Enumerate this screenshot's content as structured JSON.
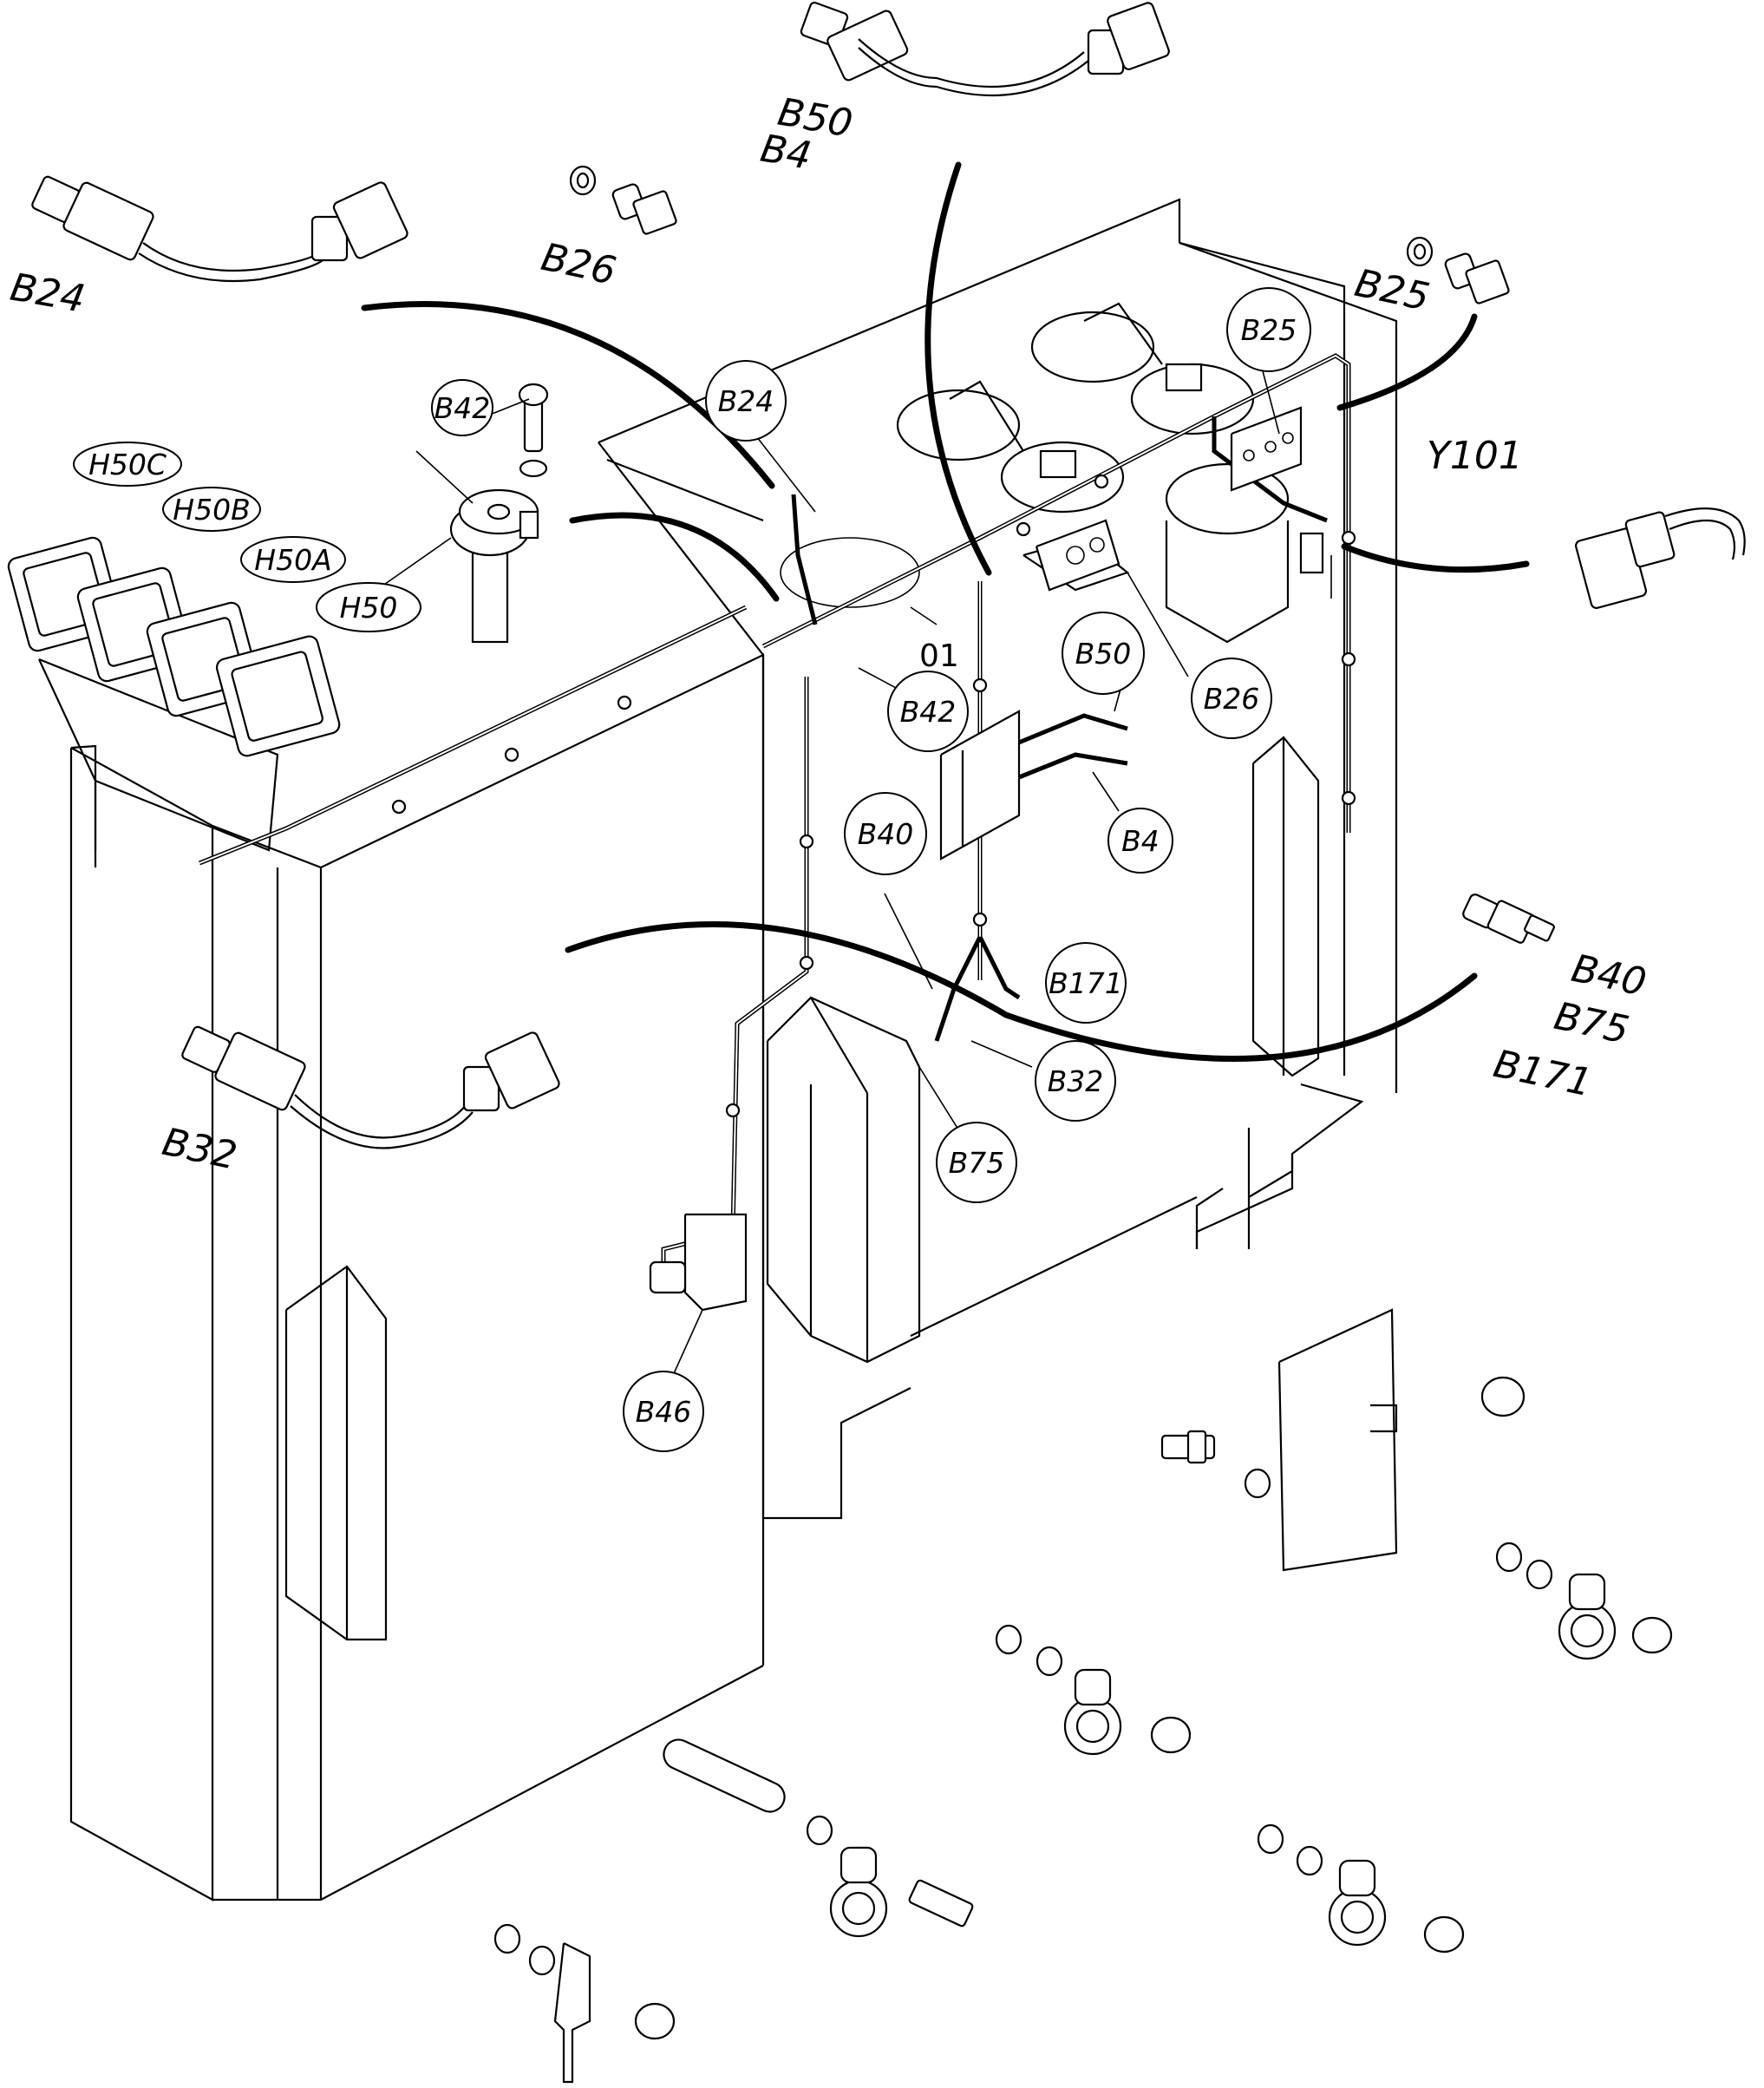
{
  "diagram": {
    "callouts": [
      {
        "id": "b42",
        "text": "B42"
      },
      {
        "id": "h50c",
        "text": "H50C"
      },
      {
        "id": "h50b",
        "text": "H50B"
      },
      {
        "id": "h50a",
        "text": "H50A"
      },
      {
        "id": "h50",
        "text": "H50"
      },
      {
        "id": "b24",
        "text": "B24"
      },
      {
        "id": "b25",
        "text": "B25"
      },
      {
        "id": "b50",
        "text": "B50"
      },
      {
        "id": "b26",
        "text": "B26"
      },
      {
        "id": "b42b",
        "text": "B42"
      },
      {
        "id": "b4",
        "text": "B4"
      },
      {
        "id": "b40",
        "text": "B40"
      },
      {
        "id": "b171",
        "text": "B171"
      },
      {
        "id": "b32",
        "text": "B32"
      },
      {
        "id": "b75",
        "text": "B75"
      },
      {
        "id": "b46",
        "text": "B46"
      }
    ],
    "labels": {
      "b50_top": "B50",
      "b4_top": "B4",
      "b26_top": "B26",
      "b24_left": "B24",
      "b25_right": "B25",
      "y101": "Y101",
      "b40_right": "B40",
      "b75_right": "B75",
      "b171_right": "B171",
      "b32_left": "B32",
      "ref_01": "01"
    }
  }
}
